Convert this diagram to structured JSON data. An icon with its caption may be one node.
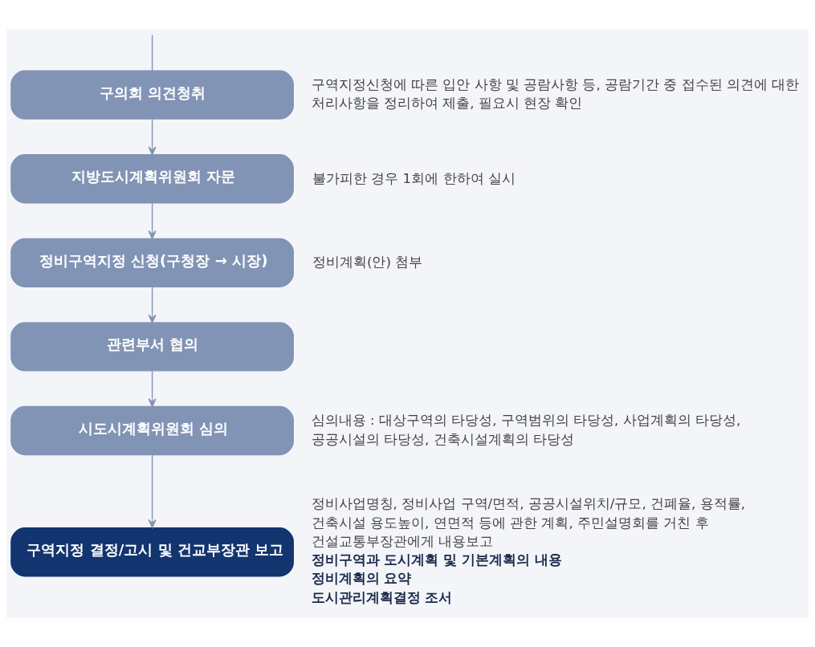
{
  "diagram": {
    "nodes": [
      {
        "text": [
          "구의회 의견청취"
        ],
        "beside": [
          "구역지정신청에 따른 입안 사항 및 공람사항 등, 공람기간 중 접수된 의견에 대한 처리사항을 정리하여 제출, 필요시 현장 확인"
        ]
      },
      {
        "text": [
          "지방도시계획위원회 자문"
        ],
        "beside": [
          "불가피한 경우 1회에 한하여 실시"
        ]
      },
      {
        "text": [
          "정비구역지정 신청(구청장 → 시장)"
        ],
        "beside": [
          "정비계획(안) 첨부"
        ]
      },
      {
        "text": [
          "관련부서 협의"
        ]
      },
      {
        "text": [
          "시도시계획위원회 심의"
        ],
        "beside": [
          "심의내용 : 대상구역의 타당성, 구역범위의 타당성, 사업계획의 타당성, 공공시설의 타당성, 건축시설계획의 타당성"
        ]
      },
      {
        "text": [
          "구역지정 결정/고시 및 건교부장관 보고"
        ],
        "beside": [
          "정비사업명칭, 정비사업 구역/면적, 공공시설위치/규모, 건폐율, 용적률, 건축시설 용도높이, 연면적 등에 관한 계획, 주민설명회를 거친 후 건설교통부장관에게 내용보고",
          "정비구역과 도시계획 및 기본계획의 내용",
          "정비계획의 요약",
          "도시관리계획결정 조서"
        ]
      }
    ],
    "edges": [
      {
        "from": null,
        "to": 0,
        "arrow": "none"
      },
      {
        "from": 0,
        "to": 1,
        "arrow": "to"
      },
      {
        "from": 1,
        "to": 2,
        "arrow": "to"
      },
      {
        "from": 2,
        "to": 3,
        "arrow": "to"
      },
      {
        "from": 3,
        "to": 4,
        "arrow": "to"
      },
      {
        "from": 4,
        "to": 5,
        "arrow": "to"
      }
    ]
  }
}
